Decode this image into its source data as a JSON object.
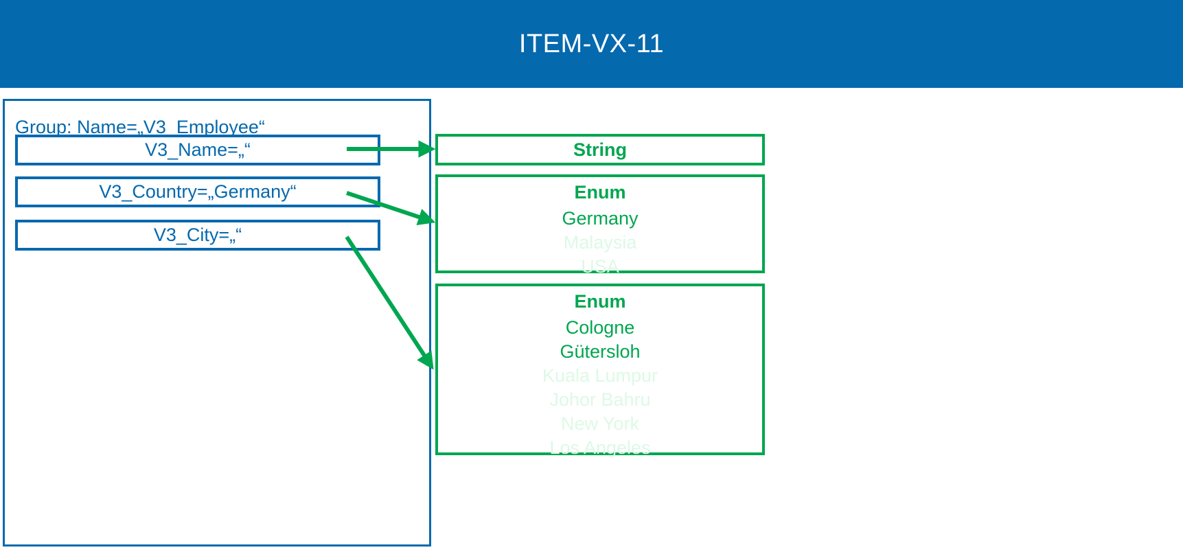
{
  "header": {
    "title": "ITEM-VX-11",
    "background_color": "#0569AE",
    "text_color": "#FFFFFF"
  },
  "colors": {
    "blue": "#0569AE",
    "green": "#00A650",
    "green_faded": "#DDF9E6",
    "white": "#FFFFFF"
  },
  "group_panel": {
    "label": "Group: Name=„V3_Employee“",
    "fields": [
      {
        "label": "V3_Name=„“",
        "name": "V3_Name",
        "value": ""
      },
      {
        "label": "V3_Country=„Germany“",
        "name": "V3_Country",
        "value": "Germany"
      },
      {
        "label": "V3_City=„“",
        "name": "V3_City",
        "value": ""
      }
    ]
  },
  "type_boxes": [
    {
      "id": "string",
      "title": "String",
      "values": []
    },
    {
      "id": "country",
      "title": "Enum",
      "values": [
        {
          "label": "Germany",
          "state": "active"
        },
        {
          "label": "Malaysia",
          "state": "inactive"
        },
        {
          "label": "USA",
          "state": "inactive"
        }
      ]
    },
    {
      "id": "city",
      "title": "Enum",
      "values": [
        {
          "label": "Cologne",
          "state": "active"
        },
        {
          "label": "Gütersloh",
          "state": "active"
        },
        {
          "label": "Kuala Lumpur",
          "state": "inactive"
        },
        {
          "label": "Johor Bahru",
          "state": "inactive"
        },
        {
          "label": "New York",
          "state": "inactive"
        },
        {
          "label": "Los Angeles",
          "state": "inactive"
        }
      ]
    }
  ],
  "connectors": [
    {
      "from": "V3_Name",
      "to": "string"
    },
    {
      "from": "V3_Country",
      "to": "country"
    },
    {
      "from": "V3_City",
      "to": "city"
    }
  ]
}
